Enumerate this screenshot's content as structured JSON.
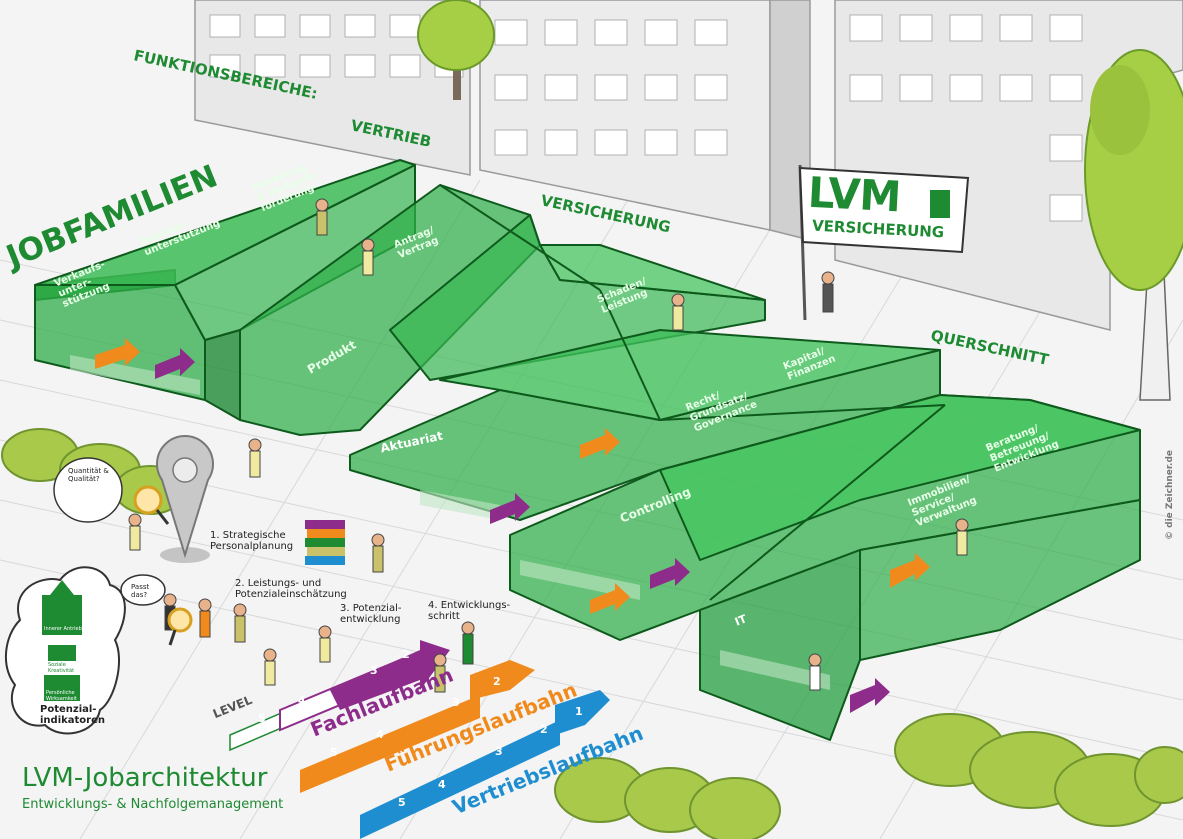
{
  "header": {
    "functional_areas": "FUNKTIONSBEREICHE:",
    "sales": "VERTRIEB",
    "insurance": "VERSICHERUNG",
    "cross_section": "QUERSCHNITT",
    "job_families": "JOBFAMILIEN"
  },
  "flag": {
    "logo": "LVM",
    "subtitle": "VERSICHERUNG"
  },
  "job_areas": {
    "verkaufsunterstuetzung": "Verkaufs-\nunter-\nstützung",
    "agenturunterstuetzung": "Agentur-\nunterstützung",
    "marketing": "Marketing\n& Verkaufs-\nförderung",
    "antrag_vertrag": "Antrag/\nVertrag",
    "produkt": "Produkt",
    "schaden_leistung": "Schaden/\nLeistung",
    "aktuariat": "Aktuariat",
    "recht": "Recht/\nGrundsatz/\nGovernance",
    "kapitalanlagen": "Kapital/\nFinanzen",
    "controlling": "Controlling",
    "it": "IT",
    "immobilien": "Immobilien/\nService/\nVerwaltung",
    "beratung": "Beratung/\nBetreuung/\nEntwicklung"
  },
  "process_steps": [
    "1. Strategische\nPersonalplanung",
    "2. Leistungs- und\nPotenzialeinschätzung",
    "3. Potenzial-\nentwicklung",
    "4. Entwicklungs-\nschritt"
  ],
  "speech_bubbles": {
    "qualities": "Quantität &\nQualität?",
    "fit": "Passt\ndas?"
  },
  "indicators": {
    "items": [
      "Innerer Antrieb",
      "Soziale\nKreativität",
      "Persönliche\nWirksamkeit"
    ],
    "caption": "Potenzial-\nindikatoren"
  },
  "career_paths": {
    "level_label": "LEVEL",
    "tracks": [
      {
        "name": "Fachlaufbahn",
        "color": "#8e2c8c",
        "levels": [
          "5",
          "4",
          "3",
          "2"
        ]
      },
      {
        "name": "Führungslaufbahn",
        "color": "#f18a1c",
        "levels": [
          "5",
          "4",
          "3",
          "2"
        ]
      },
      {
        "name": "Vertriebslaufbahn",
        "color": "#1f8ed0",
        "levels": [
          "5",
          "4",
          "3",
          "2",
          "1"
        ]
      }
    ]
  },
  "colors": {
    "brand_green": "#1e8a32",
    "glass_green": "#2fae4a",
    "building_grey": "#e6e6e6"
  },
  "footer": {
    "title": "LVM-Jobarchitektur",
    "subtitle": "Entwicklungs- & Nachfolgemanagement"
  },
  "credit": "© die Zeichner.de"
}
